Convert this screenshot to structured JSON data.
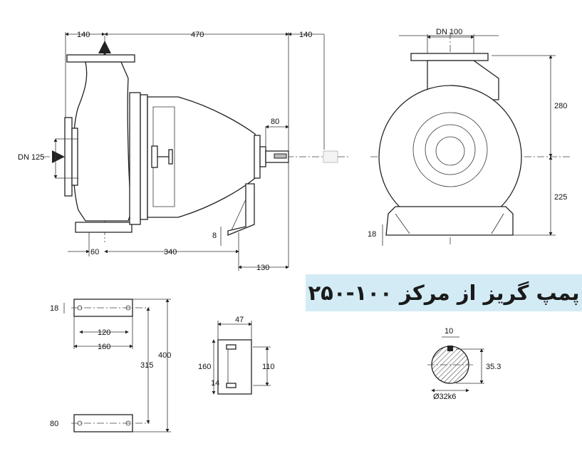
{
  "title": "پمپ گریز از مرکز ۱۰۰-۲۵۰",
  "side_view": {
    "dim_top_left": "140",
    "dim_top_mid": "470",
    "dim_top_right": "140",
    "inlet": "DN 125",
    "shaft_length": "80",
    "foot_height": "8",
    "dim_bottom_60": "60",
    "dim_bottom_340": "340",
    "dim_bottom_130": "130"
  },
  "front_view": {
    "outlet": "DN 100",
    "height_upper": "280",
    "height_lower": "225",
    "foot_thickness": "18"
  },
  "foot_plan": {
    "hole_dia": "18",
    "hole_spacing": "120",
    "width": "160",
    "hole_distance": "315",
    "length": "400",
    "bottom": "80"
  },
  "bearing_foot": {
    "width": "47",
    "height": "160",
    "slot_spacing": "110",
    "slot": "14"
  },
  "shaft_section": {
    "key_width": "10",
    "key_depth": "35.3",
    "diameter": "Ø32k6"
  }
}
